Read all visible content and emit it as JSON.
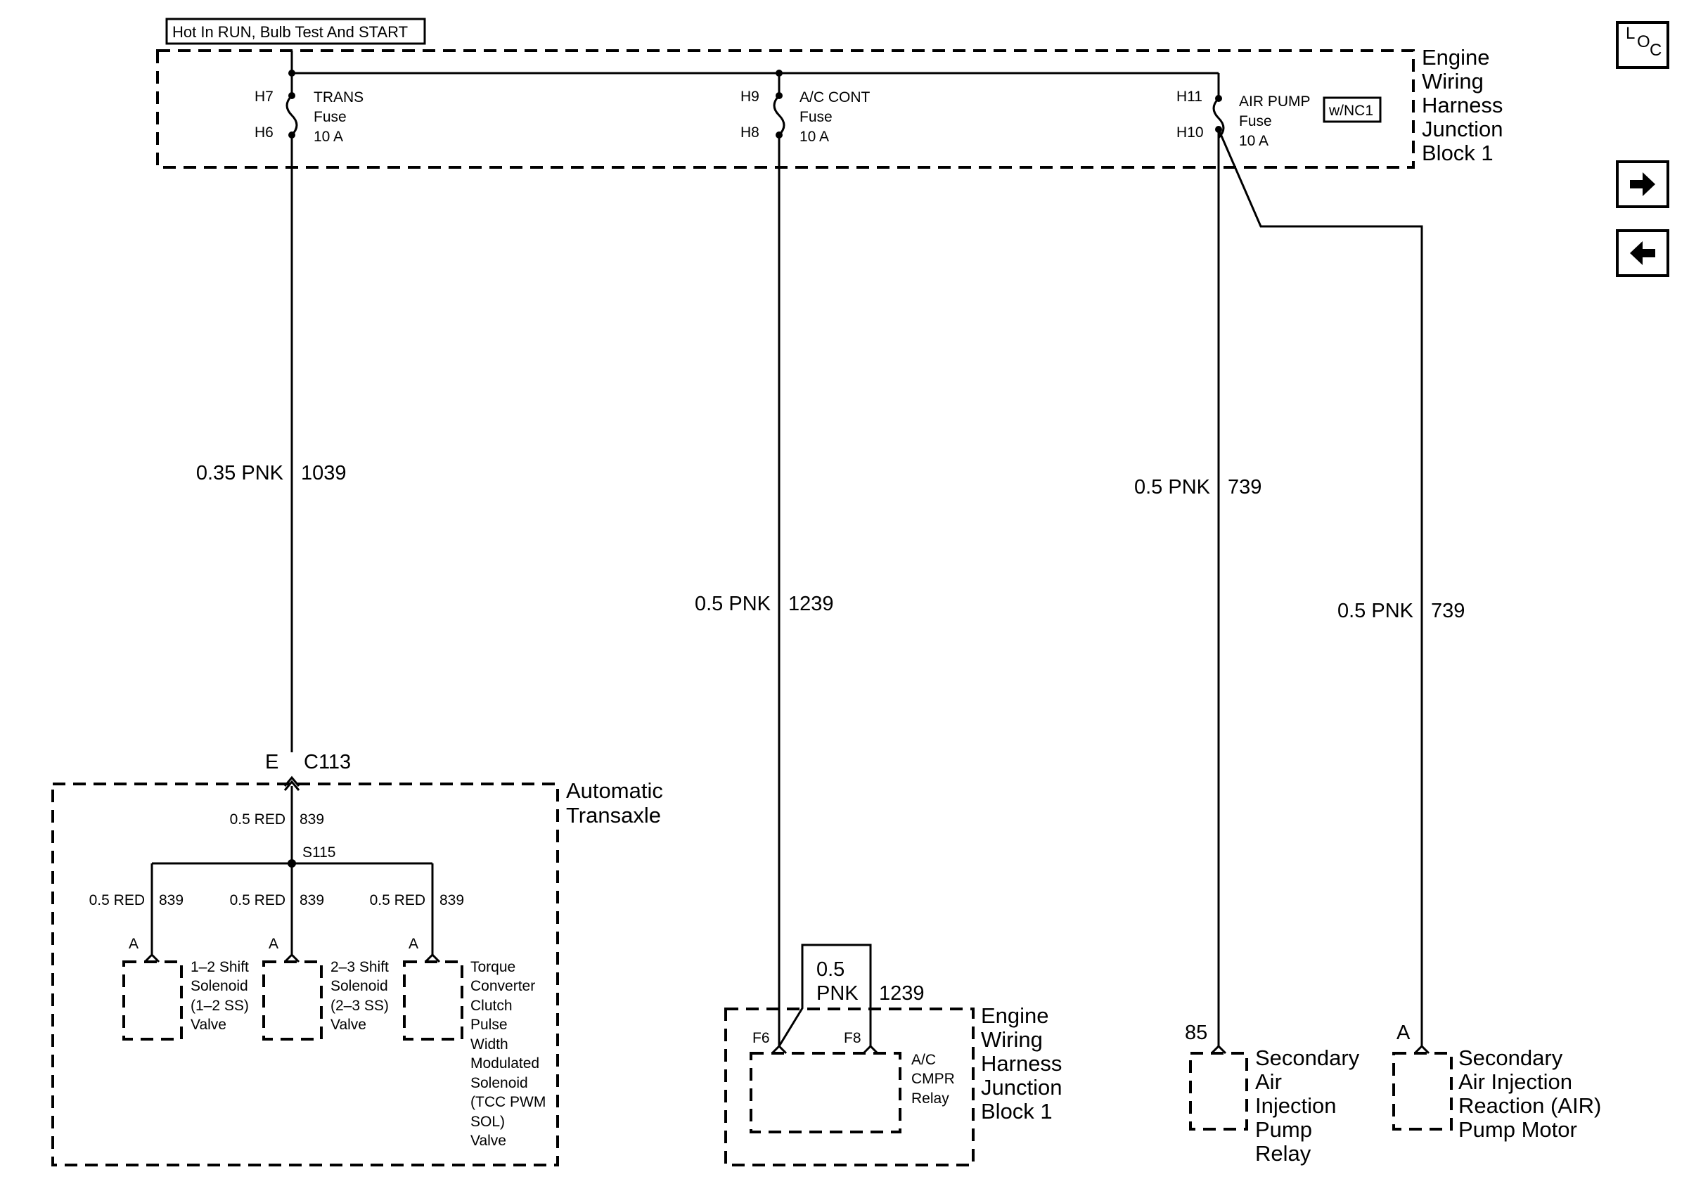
{
  "header_label": "Hot In RUN, Bulb Test And START",
  "junction_block": {
    "name_lines": [
      "Engine",
      "Wiring",
      "Harness",
      "Junction",
      "Block 1"
    ],
    "fuses": [
      {
        "top_pin": "H7",
        "bottom_pin": "H6",
        "name": "TRANS",
        "type": "Fuse",
        "rating": "10 A"
      },
      {
        "top_pin": "H9",
        "bottom_pin": "H8",
        "name": "A/C CONT",
        "type": "Fuse",
        "rating": "10 A"
      },
      {
        "top_pin": "H11",
        "bottom_pin": "H10",
        "name": "AIR PUMP",
        "type": "Fuse",
        "rating": "10 A",
        "option": "w/NC1"
      }
    ]
  },
  "wires": [
    {
      "gauge_color": "0.35 PNK",
      "circuit": "1039"
    },
    {
      "gauge_color": "0.5 PNK",
      "circuit": "1239"
    },
    {
      "gauge_color": "0.5 PNK",
      "circuit": "739"
    },
    {
      "gauge_color": "0.5 PNK",
      "circuit": "739"
    }
  ],
  "connector": {
    "pin": "E",
    "name": "C113"
  },
  "transaxle": {
    "name_lines": [
      "Automatic",
      "Transaxle"
    ],
    "feed": {
      "gauge_color": "0.5 RED",
      "circuit": "839"
    },
    "splice": "S115",
    "branches": [
      {
        "gauge_color": "0.5 RED",
        "circuit": "839",
        "pin": "A",
        "label_lines": [
          "1–2 Shift",
          "Solenoid",
          "(1–2 SS)",
          "Valve"
        ]
      },
      {
        "gauge_color": "0.5 RED",
        "circuit": "839",
        "pin": "A",
        "label_lines": [
          "2–3 Shift",
          "Solenoid",
          "(2–3 SS)",
          "Valve"
        ]
      },
      {
        "gauge_color": "0.5 RED",
        "circuit": "839",
        "pin": "A",
        "label_lines": [
          "Torque",
          "Converter",
          "Clutch",
          "Pulse",
          "Width",
          "Modulated",
          "Solenoid",
          "(TCC PWM",
          "SOL)",
          "Valve"
        ]
      }
    ]
  },
  "relay_block": {
    "name_lines": [
      "Engine",
      "Wiring",
      "Harness",
      "Junction",
      "Block 1"
    ],
    "jumper": {
      "gauge_lines": [
        "0.5",
        "PNK"
      ],
      "circuit": "1239"
    },
    "pins": [
      "F6",
      "F8"
    ],
    "relay_lines": [
      "A/C",
      "CMPR",
      "Relay"
    ]
  },
  "air_relay": {
    "pin": "85",
    "label_lines": [
      "Secondary",
      "Air",
      "Injection",
      "Pump",
      "Relay"
    ]
  },
  "air_motor": {
    "pin": "A",
    "label_lines": [
      "Secondary",
      "Air Injection",
      "Reaction (AIR)",
      "Pump Motor"
    ]
  },
  "nav": {
    "loc_letters": [
      "L",
      "O",
      "C"
    ],
    "icons": [
      "loc-icon",
      "arrow-right-icon",
      "arrow-left-icon"
    ]
  }
}
